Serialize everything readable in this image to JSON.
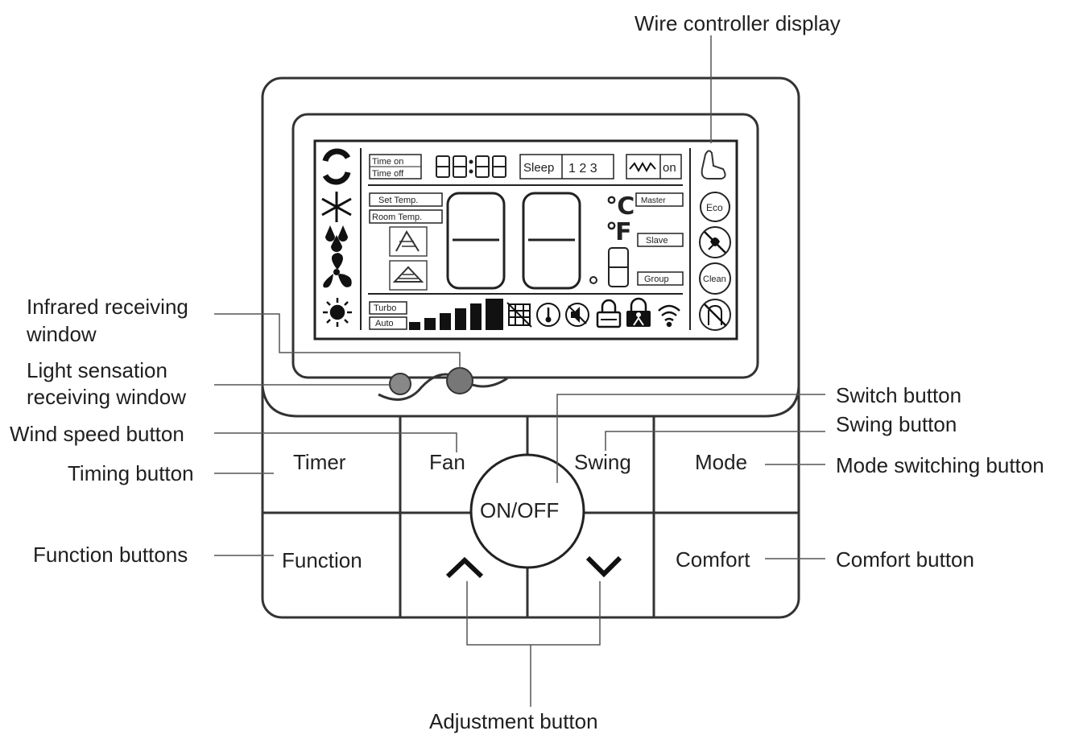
{
  "callouts": {
    "wire_display": "Wire controller display",
    "infrared_l1": "Infrared receiving",
    "infrared_l2": "window",
    "light_l1": "Light sensation",
    "light_l2": "receiving window",
    "wind_speed": "Wind speed button",
    "timing": "Timing button",
    "function_buttons": "Function buttons",
    "switch": "Switch button",
    "swing": "Swing button",
    "mode_switching": "Mode switching button",
    "comfort": "Comfort button",
    "adjustment": "Adjustment button"
  },
  "buttons": {
    "timer": "Timer",
    "fan": "Fan",
    "swing": "Swing",
    "mode": "Mode",
    "onoff": "ON/OFF",
    "function": "Function",
    "comfort": "Comfort"
  },
  "lcd": {
    "time_on": "Time on",
    "time_off": "Time off",
    "sleep": "Sleep",
    "sleep_levels": "1 2 3",
    "on": "on",
    "set_temp": "Set Temp.",
    "room_temp": "Room Temp.",
    "celsius": "℃",
    "fahrenheit": "℉",
    "master": "Master",
    "slave": "Slave",
    "group": "Group",
    "turbo": "Turbo",
    "auto": "Auto",
    "eco": "Eco",
    "clean": "Clean"
  }
}
